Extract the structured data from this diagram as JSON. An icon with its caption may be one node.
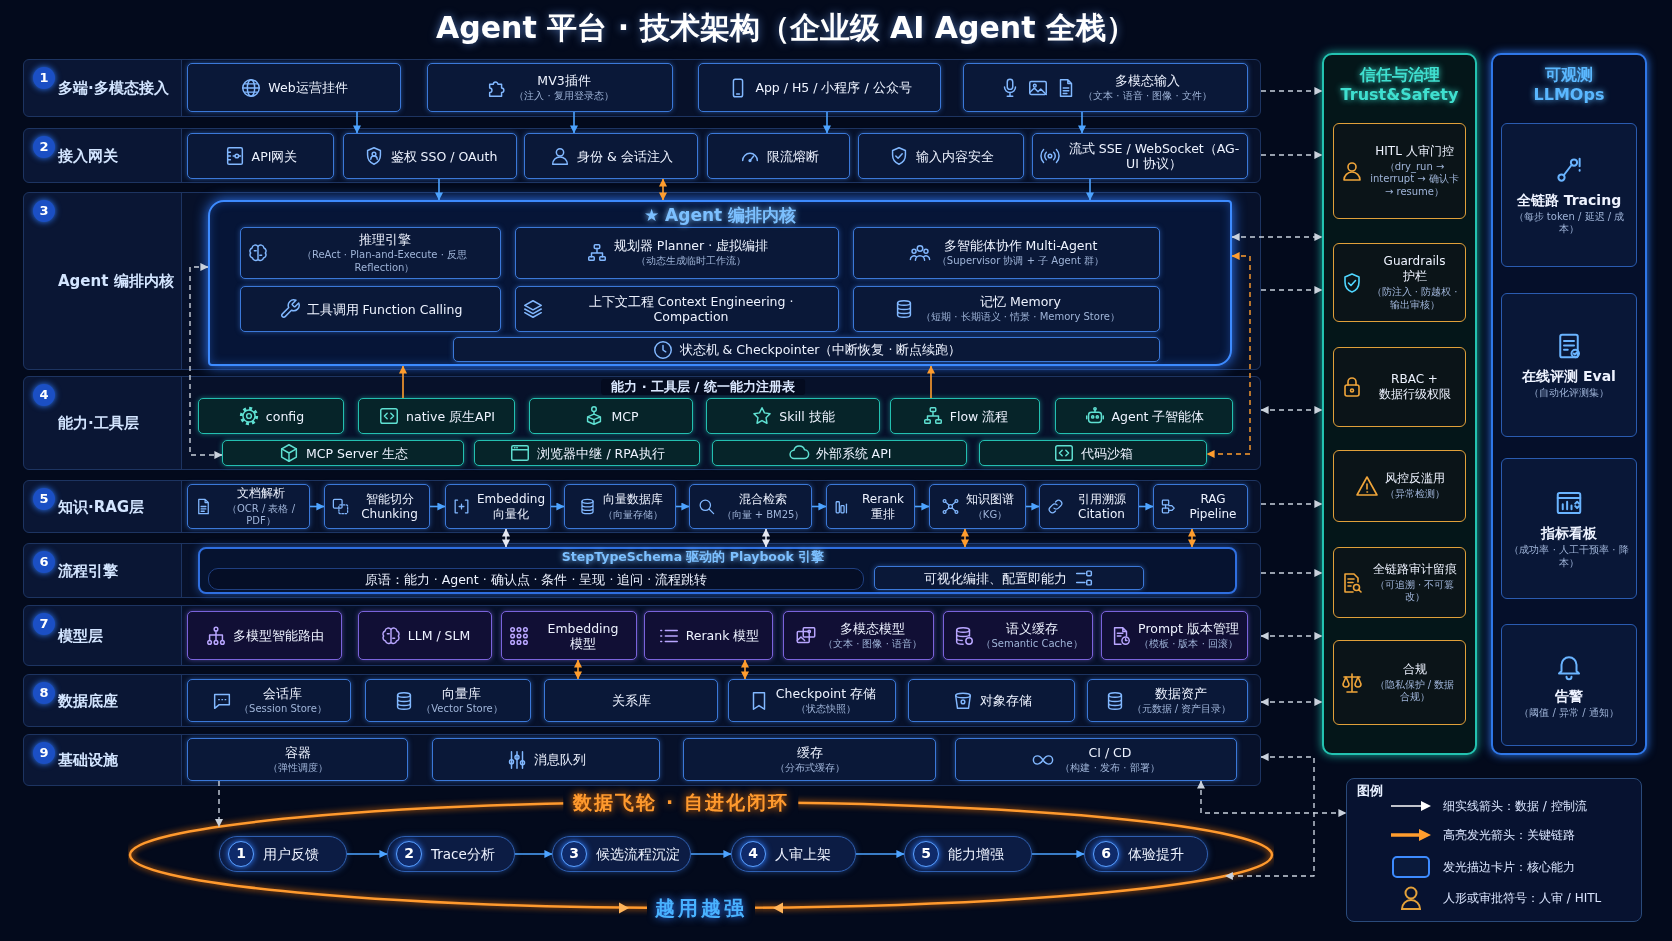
{
  "diagram": {
    "title": "Agent 平台 · 技术架构（企业级 AI Agent 全栈）",
    "nodes": [
      {
        "text": [
          "1",
          "多端·多模态接入"
        ]
      },
      {
        "text": [
          "Web运营挂件"
        ],
        "in": 0
      },
      {
        "text": [
          "MV3插件",
          "（注入 · 复用登录态）"
        ],
        "in": 0
      },
      {
        "text": [
          "App / H5 / 小程序 / 公众号"
        ],
        "in": 0
      },
      {
        "text": [
          "多模态输入",
          "（文本 · 语音 · 图像 · 文件）"
        ],
        "in": 0
      },
      {
        "text": [
          "2",
          "接入网关"
        ]
      },
      {
        "text": [
          "API网关"
        ],
        "in": 5
      },
      {
        "text": [
          "鉴权 SSO / OAuth"
        ],
        "in": 5
      },
      {
        "text": [
          "身份 & 会话注入"
        ],
        "in": 5
      },
      {
        "text": [
          "限流熔断"
        ],
        "in": 5
      },
      {
        "text": [
          "输入内容安全"
        ],
        "in": 5
      },
      {
        "text": [
          "流式 SSE / WebSocket（AG-UI 协议）"
        ],
        "in": 5
      },
      {
        "text": [
          "3",
          "Agent 编排内核"
        ]
      },
      {
        "text": [
          "★ Agent 编排内核"
        ],
        "in": 12
      },
      {
        "text": [
          "推理引擎",
          "（ReAct · Plan-and-Execute · 反思 Reflection）"
        ],
        "in": 13
      },
      {
        "text": [
          "规划器 Planner · 虚拟编排",
          "（动态生成临时工作流）"
        ],
        "in": 13
      },
      {
        "text": [
          "多智能体协作 Multi-Agent",
          "（Supervisor 协调 + 子 Agent 群）"
        ],
        "in": 13
      },
      {
        "text": [
          "工具调用 Function Calling"
        ],
        "in": 13
      },
      {
        "text": [
          "上下文工程 Context Engineering · Compaction"
        ],
        "in": 13
      },
      {
        "text": [
          "记忆 Memory",
          "（短期 · 长期语义 · 情景 · Memory Store）"
        ],
        "in": 13
      },
      {
        "text": [
          "状态机 & Checkpointer（中断恢复 · 断点续跑）"
        ],
        "in": 13
      },
      {
        "text": [
          "4",
          "能力·工具层",
          "能力 · 工具层 / 统一能力注册表"
        ]
      },
      {
        "text": [
          "config"
        ],
        "in": 21
      },
      {
        "text": [
          "native 原生API"
        ],
        "in": 21
      },
      {
        "text": [
          "MCP"
        ],
        "in": 21
      },
      {
        "text": [
          "Skill 技能"
        ],
        "in": 21
      },
      {
        "text": [
          "Flow 流程"
        ],
        "in": 21
      },
      {
        "text": [
          "Agent 子智能体"
        ],
        "in": 21
      },
      {
        "text": [
          "MCP Server 生态"
        ],
        "in": 21
      },
      {
        "text": [
          "浏览器中继 / RPA执行"
        ],
        "in": 21
      },
      {
        "text": [
          "外部系统 API"
        ],
        "in": 21
      },
      {
        "text": [
          "代码沙箱"
        ],
        "in": 21
      },
      {
        "text": [
          "5",
          "知识·RAG层"
        ]
      },
      {
        "text": [
          "文档解析",
          "（OCR / 表格 / PDF）"
        ],
        "in": 32
      },
      {
        "text": [
          "智能切分 Chunking"
        ],
        "in": 32
      },
      {
        "text": [
          "Embedding 向量化"
        ],
        "in": 32
      },
      {
        "text": [
          "向量数据库",
          "（向量存储）"
        ],
        "in": 32
      },
      {
        "text": [
          "混合检索",
          "（向量 + BM25）"
        ],
        "in": 32
      },
      {
        "text": [
          "Rerank 重排"
        ],
        "in": 32
      },
      {
        "text": [
          "知识图谱",
          "（KG）"
        ],
        "in": 32
      },
      {
        "text": [
          "引用溯源 Citation"
        ],
        "in": 32
      },
      {
        "text": [
          "RAG Pipeline"
        ],
        "in": 32
      },
      {
        "text": [
          "6",
          "流程引擎"
        ]
      },
      {
        "text": [
          "StepTypeSchema 驱动的 Playbook 引擎"
        ],
        "in": 42
      },
      {
        "text": [
          "原语：能力 · Agent · 确认点 · 条件 · 呈现 · 追问 · 流程跳转"
        ],
        "in": 43
      },
      {
        "text": [
          "可视化编排、配置即能力"
        ],
        "in": 43
      },
      {
        "text": [
          "7",
          "模型层"
        ]
      },
      {
        "text": [
          "多模型智能路由"
        ],
        "in": 46
      },
      {
        "text": [
          "LLM / SLM"
        ],
        "in": 46
      },
      {
        "text": [
          "Embedding 模型"
        ],
        "in": 46
      },
      {
        "text": [
          "Rerank 模型"
        ],
        "in": 46
      },
      {
        "text": [
          "多模态模型",
          "（文本 · 图像 · 语音）"
        ],
        "in": 46
      },
      {
        "text": [
          "语义缓存",
          "（Semantic Cache）"
        ],
        "in": 46
      },
      {
        "text": [
          "Prompt 版本管理",
          "（模板 · 版本 · 回滚）"
        ],
        "in": 46
      },
      {
        "text": [
          "8",
          "数据底座"
        ]
      },
      {
        "text": [
          "会话库",
          "（Session Store）"
        ],
        "in": 54
      },
      {
        "text": [
          "向量库",
          "（Vector Store）"
        ],
        "in": 54
      },
      {
        "text": [
          "关系库"
        ],
        "in": 54
      },
      {
        "text": [
          "Checkpoint 存储",
          "（状态快照）"
        ],
        "in": 54
      },
      {
        "text": [
          "对象存储"
        ],
        "in": 54
      },
      {
        "text": [
          "数据资产",
          "（元数据 / 资产目录）"
        ],
        "in": 54
      },
      {
        "text": [
          "9",
          "基础设施"
        ]
      },
      {
        "text": [
          "容器",
          "（弹性调度）"
        ],
        "in": 61
      },
      {
        "text": [
          "消息队列"
        ],
        "in": 61
      },
      {
        "text": [
          "缓存",
          "（分布式缓存）"
        ],
        "in": 61
      },
      {
        "text": [
          "CI / CD",
          "（构建 · 发布 · 部署）"
        ],
        "in": 61
      },
      {
        "text": [
          "信任与治理 Trust&Safety"
        ]
      },
      {
        "text": [
          "HITL 人审门控",
          "（dry_run → interrupt → 确认卡 → resume）"
        ],
        "in": 66
      },
      {
        "text": [
          "Guardrails 护栏",
          "（防注入 · 防越权 · 输出审核）"
        ],
        "in": 66
      },
      {
        "text": [
          "RBAC + 数据行级权限"
        ],
        "in": 66
      },
      {
        "text": [
          "风控反滥用",
          "（异常检测）"
        ],
        "in": 66
      },
      {
        "text": [
          "全链路审计留痕",
          "（可追溯 · 不可篡改）"
        ],
        "in": 66
      },
      {
        "text": [
          "合规",
          "（隐私保护 / 数据合规）"
        ],
        "in": 66
      },
      {
        "text": [
          "可观测 LLMOps"
        ]
      },
      {
        "text": [
          "全链路 Tracing",
          "（每步 token / 延迟 / 成本）"
        ],
        "in": 73
      },
      {
        "text": [
          "在线评测 Eval",
          "（自动化评测集）"
        ],
        "in": 73
      },
      {
        "text": [
          "指标看板",
          "（成功率 · 人工干预率 · 降本）"
        ],
        "in": 73
      },
      {
        "text": [
          "告警",
          "（阈值 / 异常 / 通知）"
        ],
        "in": 73
      },
      {
        "text": [
          "数据飞轮 · 自进化闭环",
          "越用越强"
        ]
      },
      {
        "text": [
          "1",
          "用户反馈"
        ],
        "in": 78
      },
      {
        "text": [
          "2",
          "Trace分析"
        ],
        "in": 78
      },
      {
        "text": [
          "3",
          "候选流程沉淀"
        ],
        "in": 78
      },
      {
        "text": [
          "4",
          "人审上架"
        ],
        "in": 78
      },
      {
        "text": [
          "5",
          "能力增强"
        ],
        "in": 78
      },
      {
        "text": [
          "6",
          "体验提升"
        ],
        "in": 78
      },
      {
        "text": [
          "图例"
        ]
      }
    ],
    "edges": [
      {
        "from": 1,
        "to": 7,
        "arrow": "to"
      },
      {
        "from": 2,
        "to": 8,
        "arrow": "to"
      },
      {
        "from": 3,
        "to": 9,
        "arrow": "to"
      },
      {
        "from": 4,
        "to": 11,
        "arrow": "to"
      },
      {
        "from": 7,
        "to": 13,
        "arrow": "to"
      },
      {
        "from": 8,
        "to": 13,
        "arrow": "both",
        "color": "#ff9d2e"
      },
      {
        "from": 11,
        "to": 13,
        "arrow": "to"
      },
      {
        "from": 13,
        "to": 28,
        "arrow": "both",
        "style": "dashed",
        "color": "#c9d1dc"
      },
      {
        "from": 13,
        "to": 31,
        "arrow": "both",
        "style": "dashed",
        "color": "#ff9d2e"
      },
      {
        "from": 23,
        "to": 13,
        "arrow": "to",
        "color": "#ff9d2e"
      },
      {
        "from": 26,
        "to": 13,
        "arrow": "to",
        "color": "#ff9d2e"
      },
      {
        "from": 33,
        "to": 34,
        "arrow": "to"
      },
      {
        "from": 34,
        "to": 35,
        "arrow": "to"
      },
      {
        "from": 35,
        "to": 36,
        "arrow": "to"
      },
      {
        "from": 36,
        "to": 37,
        "arrow": "to"
      },
      {
        "from": 37,
        "to": 38,
        "arrow": "to"
      },
      {
        "from": 38,
        "to": 39,
        "arrow": "to"
      },
      {
        "from": 39,
        "to": 40,
        "arrow": "to"
      },
      {
        "from": 40,
        "to": 41,
        "arrow": "to"
      },
      {
        "from": 35,
        "to": 43,
        "arrow": "both",
        "color": "#e6e9f2"
      },
      {
        "from": 37,
        "to": 43,
        "arrow": "both",
        "color": "#e6e9f2"
      },
      {
        "from": 39,
        "to": 43,
        "arrow": "both",
        "color": "#ff9d2e"
      },
      {
        "from": 41,
        "to": 43,
        "arrow": "both",
        "color": "#ff9d2e"
      },
      {
        "from": 49,
        "to": 57,
        "arrow": "both",
        "color": "#ff9d2e"
      },
      {
        "from": 50,
        "to": 58,
        "arrow": "both",
        "color": "#ff9d2e"
      },
      {
        "from": 62,
        "to": 78,
        "arrow": "to",
        "style": "dashed",
        "color": "#c9d1dc"
      },
      {
        "from": 0,
        "to": 66,
        "arrow": "to",
        "style": "dashed",
        "color": "#c9d1dc"
      },
      {
        "from": 5,
        "to": 66,
        "arrow": "to",
        "style": "dashed",
        "color": "#c9d1dc"
      },
      {
        "from": 13,
        "to": 66,
        "arrow": "both",
        "style": "dashed",
        "color": "#c9d1dc"
      },
      {
        "from": 12,
        "to": 66,
        "arrow": "to",
        "style": "dashed",
        "color": "#c9d1dc"
      },
      {
        "from": 21,
        "to": 66,
        "arrow": "both",
        "style": "dashed",
        "color": "#c9d1dc"
      },
      {
        "from": 32,
        "to": 66,
        "arrow": "to",
        "style": "dashed",
        "color": "#c9d1dc"
      },
      {
        "from": 42,
        "to": 66,
        "arrow": "to",
        "style": "dashed",
        "color": "#c9d1dc"
      },
      {
        "from": 46,
        "to": 66,
        "arrow": "both",
        "style": "dashed",
        "color": "#c9d1dc"
      },
      {
        "from": 54,
        "to": 66,
        "arrow": "both",
        "style": "dashed",
        "color": "#c9d1dc"
      },
      {
        "from": 61,
        "to": 78,
        "arrow": "both",
        "style": "dashed",
        "color": "#c9d1dc"
      },
      {
        "from": 65,
        "to": 85,
        "arrow": "both",
        "style": "dashed",
        "color": "#c9d1dc"
      },
      {
        "from": 79,
        "to": 80,
        "arrow": "to"
      },
      {
        "from": 80,
        "to": 81,
        "arrow": "to"
      },
      {
        "from": 81,
        "to": 82,
        "arrow": "to"
      },
      {
        "from": 82,
        "to": 83,
        "arrow": "to"
      },
      {
        "from": 83,
        "to": 84,
        "arrow": "to"
      }
    ],
    "legend": [
      {
        "text": "细实线箭头：数据 / 控制流"
      },
      {
        "text": "高亮发光箭头：关键链路"
      },
      {
        "text": "发光描边卡片：核心能力"
      },
      {
        "text": "人形或审批符号：人审 / HITL"
      }
    ]
  }
}
